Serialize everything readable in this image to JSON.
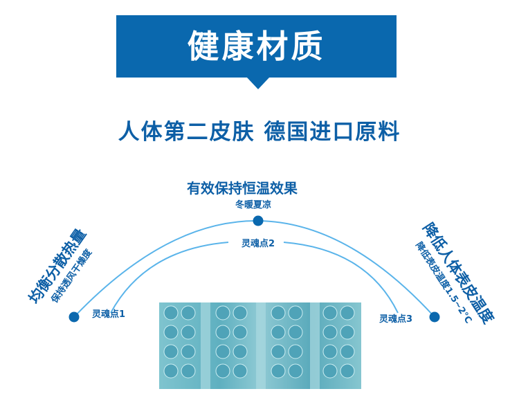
{
  "banner": {
    "title": "健康材质"
  },
  "subtitle": "人体第二皮肤   德国进口原料",
  "top": {
    "title": "有效保持恒温效果",
    "sub": "冬暖夏凉"
  },
  "left": {
    "title": "均衡分散热量",
    "sub": "保持透风干燥度"
  },
  "right": {
    "title": "降低人体表皮温度",
    "sub": "降低表皮温度1.5~2°C"
  },
  "points": [
    "灵魂点1",
    "灵魂点2",
    "灵魂点3"
  ],
  "colors": {
    "brand": "#0a68ae",
    "arc": "#5ab4ea",
    "text": "#0d5fa6"
  }
}
